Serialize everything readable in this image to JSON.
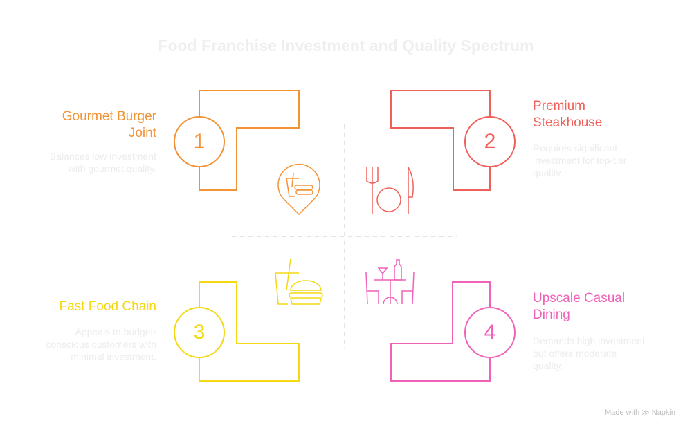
{
  "title": "Food Franchise Investment and Quality Spectrum",
  "colors": {
    "q1": "#F39336",
    "q2": "#F0605A",
    "q3": "#F4D812",
    "q4": "#F062B8"
  },
  "quadrants": [
    {
      "number": "1",
      "label": "Gourmet Burger Joint",
      "label_lines": [
        "Gourmet Burger",
        "Joint"
      ],
      "description_lines": [
        "Balances low investment",
        "with gourmet quality."
      ],
      "icon": "burger-drink-pin-icon"
    },
    {
      "number": "2",
      "label": "Premium Steakhouse",
      "label_lines": [
        "Premium",
        "Steakhouse"
      ],
      "description_lines": [
        "Requires significant",
        "investment for top-tier",
        "quality."
      ],
      "icon": "plate-fork-knife-icon"
    },
    {
      "number": "3",
      "label": "Fast Food Chain",
      "label_lines": [
        "Fast Food Chain"
      ],
      "description_lines": [
        "Appeals to budget-",
        "conscious customers with",
        "minimal investment."
      ],
      "icon": "burger-drink-icon"
    },
    {
      "number": "4",
      "label": "Upscale Casual Dining",
      "label_lines": [
        "Upscale Casual",
        "Dining"
      ],
      "description_lines": [
        "Demands high investment",
        "but offers moderate",
        "quality."
      ],
      "icon": "table-wine-icon"
    }
  ],
  "watermark": "Made with ≫ Napkin"
}
